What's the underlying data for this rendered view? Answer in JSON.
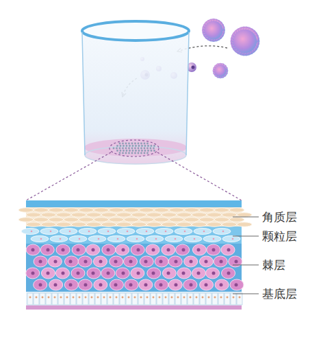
{
  "diagram": {
    "labels": [
      "角质层",
      "颗粒层",
      "棘层",
      "基底层"
    ]
  }
}
